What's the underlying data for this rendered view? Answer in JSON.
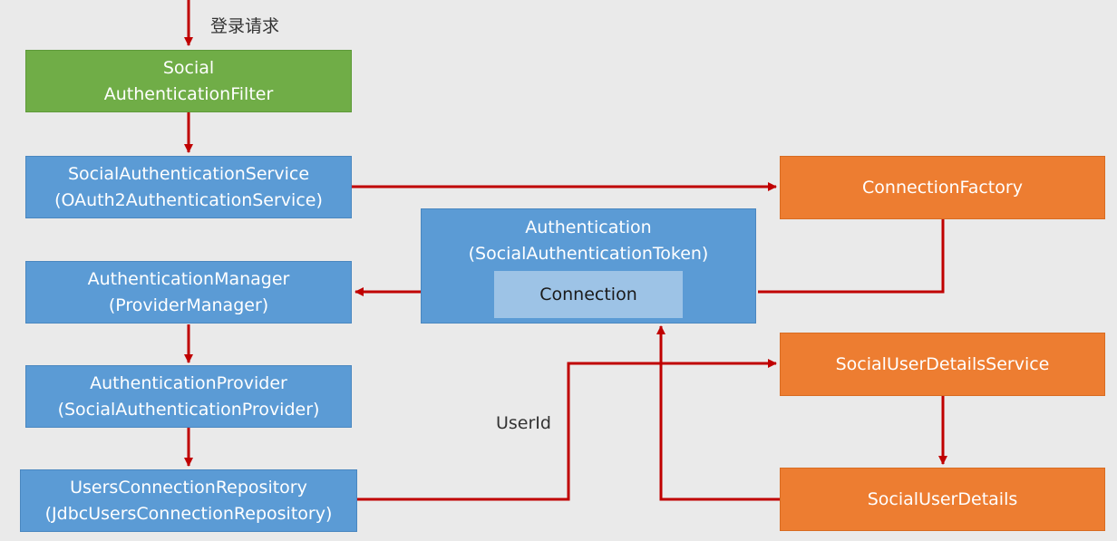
{
  "top_label": "登录请求",
  "boxes": {
    "social_filter": {
      "line1": "Social",
      "line2": "AuthenticationFilter"
    },
    "auth_service": {
      "line1": "SocialAuthenticationService",
      "line2": "(OAuth2AuthenticationService)"
    },
    "auth_manager": {
      "line1": "AuthenticationManager",
      "line2": "(ProviderManager)"
    },
    "auth_provider": {
      "line1": "AuthenticationProvider",
      "line2": "(SocialAuthenticationProvider)"
    },
    "users_repo": {
      "line1": "UsersConnectionRepository",
      "line2": "(JdbcUsersConnectionRepository)"
    },
    "authentication": {
      "line1": "Authentication",
      "line2": "(SocialAuthenticationToken)",
      "inner": "Connection"
    },
    "connection_factory": {
      "label": "ConnectionFactory"
    },
    "user_details_service": {
      "label": "SocialUserDetailsService"
    },
    "user_details": {
      "label": "SocialUserDetails"
    }
  },
  "edge_label_userid": "UserId",
  "colors": {
    "arrow": "#c00000",
    "green_box": "#70ad47",
    "blue_box": "#5b9bd5",
    "orange_box": "#ed7d31",
    "inner_box": "#9dc3e6",
    "background": "#eaeaea"
  }
}
